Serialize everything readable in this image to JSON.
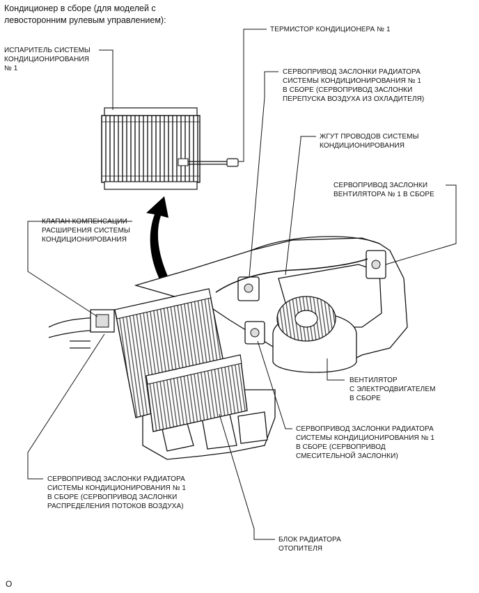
{
  "title": "Кондиционер в сборе (для моделей с\nлевосторонним рулевым управлением):",
  "labels": {
    "evaporator": "ИСПАРИТЕЛЬ СИСТЕМЫ\nКОНДИЦИОНИРОВАНИЯ\n№ 1",
    "thermistor": "ТЕРМИСТОР КОНДИЦИОНЕРА № 1",
    "servo_bypass": "СЕРВОПРИВОД ЗАСЛОНКИ РАДИАТОРА\nСИСТЕМЫ КОНДИЦИОНИРОВАНИЯ № 1\nВ СБОРЕ (СЕРВОПРИВОД ЗАСЛОНКИ\nПЕРЕПУСКА ВОЗДУХА ИЗ ОХЛАДИТЕЛЯ)",
    "harness": "ЖГУТ ПРОВОДОВ СИСТЕМЫ\nКОНДИЦИОНИРОВАНИЯ",
    "servo_fan": "СЕРВОПРИВОД ЗАСЛОНКИ\nВЕНТИЛЯТОРА № 1 В СБОРЕ",
    "valve": "КЛАПАН КОМПЕНСАЦИИ\nРАСШИРЕНИЯ СИСТЕМЫ\nКОНДИЦИОНИРОВАНИЯ",
    "blower": "ВЕНТИЛЯТОР\nС ЭЛЕКТРОДВИГАТЕЛЕМ\nВ СБОРЕ",
    "servo_mix": "СЕРВОПРИВОД ЗАСЛОНКИ РАДИАТОРА\nСИСТЕМЫ КОНДИЦИОНИРОВАНИЯ № 1\nВ СБОРЕ (СЕРВОПРИВОД\nСМЕСИТЕЛЬНОЙ ЗАСЛОНКИ)",
    "servo_dist": "СЕРВОПРИВОД ЗАСЛОНКИ РАДИАТОРА\nСИСТЕМЫ КОНДИЦИОНИРОВАНИЯ № 1\nВ СБОРЕ (СЕРВОПРИВОД ЗАСЛОНКИ\nРАСПРЕДЕЛЕНИЯ ПОТОКОВ ВОЗДУХА)",
    "heater": "БЛОК РАДИАТОРА\nОТОПИТЕЛЯ"
  },
  "figure_code": "O"
}
